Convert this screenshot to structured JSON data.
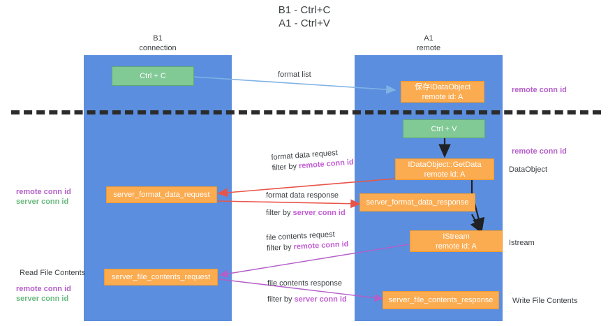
{
  "title": {
    "line1": "B1 - Ctrl+C",
    "line2": "A1 - Ctrl+V"
  },
  "columns": [
    {
      "name": "B1",
      "role": "connection"
    },
    {
      "name": "A1",
      "role": "remote"
    }
  ],
  "colors": {
    "lane": "#5b8ede",
    "green_node": "#81c995",
    "orange_node": "#fbab50",
    "remote_conn_id": "#b45ec8",
    "server_conn_id": "#69b97f",
    "arrow_format_list": "#7fb2e5",
    "arrow_request": "#e8544a",
    "arrow_file": "#b45ec8",
    "arrow_black": "#202124",
    "separator": "#2b2b2b"
  },
  "nodes": {
    "ctrl_c": {
      "line1": "Ctrl + C"
    },
    "ctrl_v": {
      "line1": "Ctrl + V"
    },
    "idataobject": {
      "line1": "保存IDataObject",
      "line2": "remote id: A"
    },
    "getdata": {
      "line1": "IDataObject::GetData",
      "line2": "remote id: A"
    },
    "istream": {
      "line1": "IStream",
      "line2": "remote id: A"
    },
    "server_format_data_request": {
      "line1": "server_format_data_request"
    },
    "server_format_data_response": {
      "line1": "server_format_data_response"
    },
    "server_file_contents_request": {
      "line1": "server_file_contents_request"
    },
    "server_file_contents_response": {
      "line1": "server_file_contents_response"
    }
  },
  "edge_labels": {
    "format_list": {
      "text": "format list"
    },
    "format_data_request": {
      "line1": "format data request",
      "prefix2": "filter by ",
      "hl2": "remote conn id"
    },
    "format_data_response": {
      "line1": "format data response",
      "prefix2": "filter by ",
      "hl2": "server conn id"
    },
    "file_contents_request": {
      "line1": "file contents request",
      "prefix2": "filter by ",
      "hl2": "remote conn id"
    },
    "file_contents_response": {
      "line1": "file contents response",
      "prefix2": "filter by ",
      "hl2": "server conn id"
    }
  },
  "side_labels": {
    "right_remote_conn_id_top": "remote conn id",
    "right_remote_conn_id_mid": "remote conn id",
    "right_dataobject": "DataObject",
    "right_istream": "Istream",
    "right_write_file_contents": "Write File Contents",
    "left_remote_conn_id": "remote conn id",
    "left_server_conn_id": "server conn id",
    "left_read_file_contents": "Read File Contents",
    "left_remote_conn_id_2": "remote conn id",
    "left_server_conn_id_2": "server conn id"
  }
}
